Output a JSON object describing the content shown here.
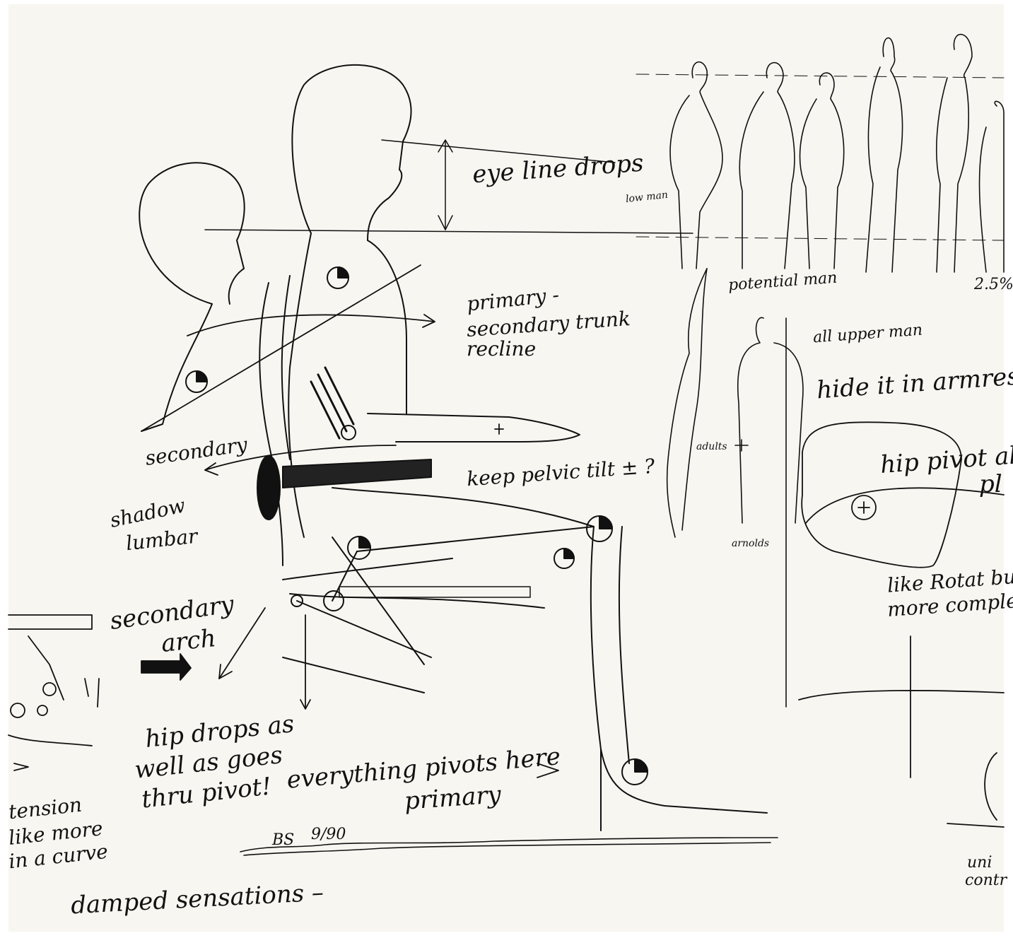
{
  "sketch": {
    "colors": {
      "paper": "#f7f6f1",
      "ink": "#111111",
      "faint": "#777777"
    },
    "notes": {
      "eye_line": "eye line drops",
      "primary_secondary": "primary -",
      "secondary_trunk": "secondary trunk",
      "recline": "recline",
      "secondary": "secondary",
      "shadow": "shadow",
      "lumbar": "lumbar",
      "keep_pelvic": "keep pelvic tilt ± ?",
      "secondary_arch_1": "secondary",
      "secondary_arch_2": "arch",
      "hip_drops_1": "hip drops as",
      "hip_drops_2": "well as goes",
      "hip_drops_3": "thru pivot!",
      "everything_pivots": "everything pivots here",
      "primary": "primary",
      "date": "9/90",
      "initials": "BS",
      "damped": "damped sensations –",
      "left_1": "tension",
      "left_2": "like more",
      "left_3": "in a curve",
      "low_man": "low man",
      "potential_man": "potential man",
      "pct": "2.5%",
      "all_upper_man": "all upper man",
      "hide_armrest": "hide it in armrest",
      "adults": "adults",
      "arnolds": "arnolds",
      "hip_pivot": "hip pivot along",
      "pl": "pl",
      "like_rotat": "like Rotat but",
      "more_complex": "more complex",
      "right_bottom_1": "uni",
      "right_bottom_2": "contr"
    }
  }
}
